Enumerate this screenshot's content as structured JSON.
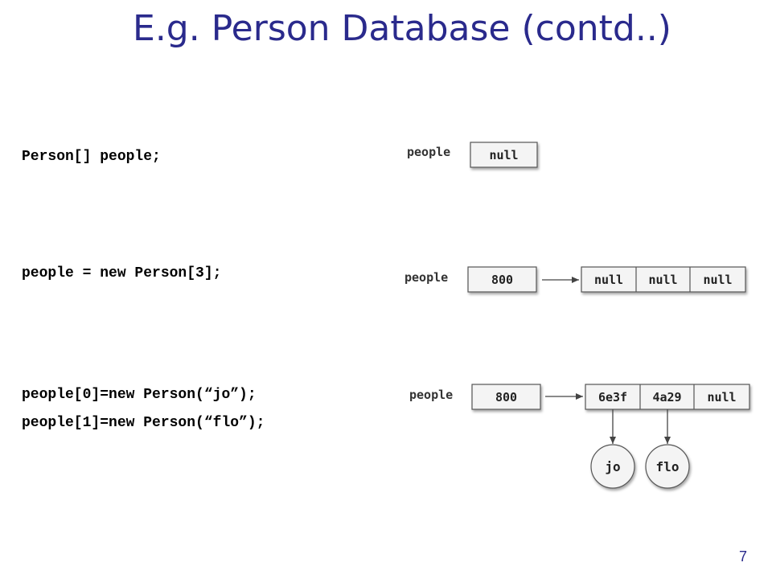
{
  "slide": {
    "title": "E.g. Person Database (contd..)",
    "page_number": "7"
  },
  "code": {
    "step1": "Person[] people;",
    "step2": "people = new Person[3];",
    "step3_line1": "people[0]=new Person(“jo”);",
    "step3_line2": "people[1]=new Person(“flo”);"
  },
  "diagram1": {
    "var_label": "people",
    "value": "null"
  },
  "diagram2": {
    "var_label": "people",
    "value": "800",
    "array": [
      "null",
      "null",
      "null"
    ]
  },
  "diagram3": {
    "var_label": "people",
    "value": "800",
    "array": [
      "6e3f",
      "4a29",
      "null"
    ],
    "objects": [
      "jo",
      "flo"
    ]
  },
  "colors": {
    "title": "#2a2a8c",
    "box_fill": "#f4f4f4",
    "box_stroke": "#555555"
  }
}
